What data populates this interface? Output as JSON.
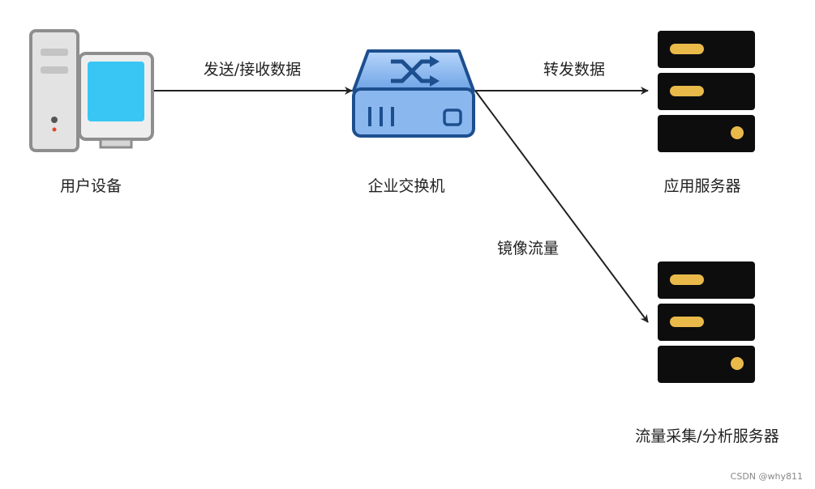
{
  "nodes": {
    "user_device": {
      "label": "用户设备",
      "icon": "desktop-computer-icon"
    },
    "enterprise_switch": {
      "label": "企业交换机",
      "icon": "network-switch-icon"
    },
    "app_server": {
      "label": "应用服务器",
      "icon": "server-rack-icon"
    },
    "traffic_server": {
      "label": "流量采集/分析服务器",
      "icon": "server-rack-icon"
    }
  },
  "edges": {
    "user_to_switch": {
      "label": "发送/接收数据"
    },
    "switch_to_app": {
      "label": "转发数据"
    },
    "switch_to_traffic": {
      "label": "镜像流量"
    }
  },
  "watermark": "CSDN @why811",
  "colors": {
    "switch_blue": "#8ab8ee",
    "switch_dark": "#1d4f8f",
    "server_black": "#0d0d0d",
    "server_accent": "#e9b949",
    "monitor_cyan": "#39c6f4"
  }
}
